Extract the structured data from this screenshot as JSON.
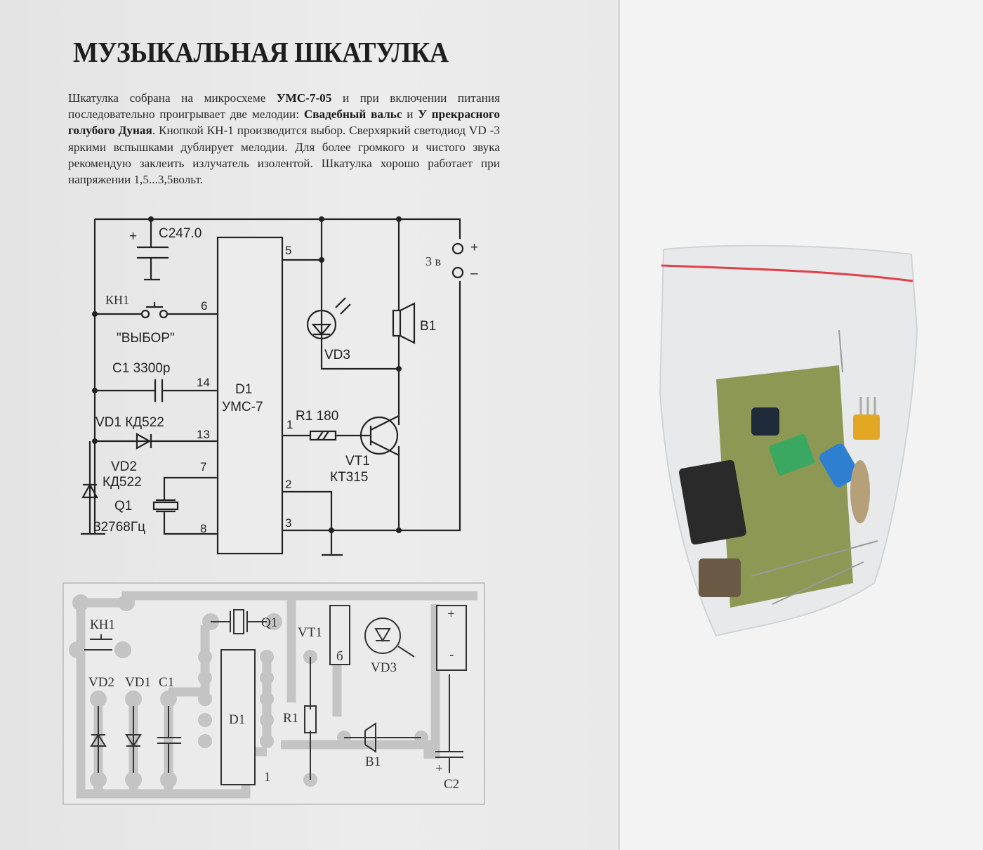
{
  "document": {
    "title": "МУЗЫКАЛЬНАЯ ШКАТУЛКА",
    "paragraph": {
      "p1": "Шкатулка собрана на микросхеме ",
      "chip": "УМС-7-05",
      "p2": " и при включении питания последовательно проигрывает две мелодии: ",
      "melody1": "Свадебный вальс",
      "p3": " и ",
      "melody2": "У прекрасного голубого Дуная",
      "p4": ". Кнопкой КН-1 производится выбор. Сверхяркий светодиод VD -3 яркими вспышками дублирует мелодии. Для более громкого и чистого звука рекомендую заклеить излучатель изолентой. Шкатулка хорошо работает при напряжении 1,5...3,5вольт."
    }
  },
  "schematic": {
    "c2": "C247.0",
    "c2_plus": "+",
    "kh1": "КН1",
    "select": "\"ВЫБОР\"",
    "c1": "C1 3300p",
    "vd1": "VD1 КД522",
    "vd2": "VD2",
    "vd2_type": "КД522",
    "q1": "Q1",
    "q1_freq": "32768Гц",
    "d1": "D1",
    "d1_type": "УМС-7",
    "vd3": "VD3",
    "b1": "B1",
    "r1": "R1 180",
    "vt1": "VT1",
    "vt1_type": "КТ315",
    "supply": "3 в",
    "plus": "+",
    "minus": "–",
    "pins": {
      "p5": "5",
      "p6": "6",
      "p14": "14",
      "p13": "13",
      "p7": "7",
      "p8": "8",
      "p1": "1",
      "p2": "2",
      "p3": "3"
    }
  },
  "pcb": {
    "kh1": "КН1",
    "q1": "Q1",
    "vt1": "VT1",
    "vt1_pin": "б",
    "vd3": "VD3",
    "vd2": "VD2",
    "vd1": "VD1",
    "c1": "C1",
    "d1": "D1",
    "r1": "R1",
    "b1": "B1",
    "pin1": "1",
    "c2": "C2",
    "plus": "+",
    "minus": "-",
    "c2_plus": "+"
  },
  "colors": {
    "paper": "#e9e9e9",
    "trace": "#c4c4c4",
    "bag_stripe": "#e0404a",
    "pcb": "#7c8a3a"
  }
}
